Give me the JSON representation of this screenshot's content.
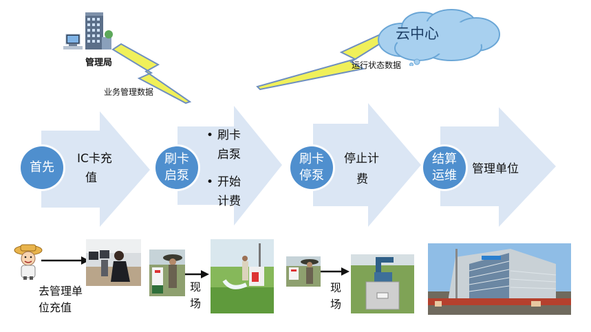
{
  "top": {
    "admin_label": "管理局",
    "business_data_label": "业务管理数据",
    "cloud_label": "云中心",
    "run_status_label": "运行状态数据"
  },
  "steps": [
    {
      "circle": [
        "首先"
      ],
      "text": [
        "IC卡充",
        "值"
      ]
    },
    {
      "circle": [
        "刷卡",
        "启泵"
      ],
      "bullets": [
        [
          "刷卡",
          "启泵"
        ],
        [
          "开始",
          "计费"
        ]
      ]
    },
    {
      "circle": [
        "刷卡",
        "停泵"
      ],
      "text": [
        "停止计",
        "费"
      ]
    },
    {
      "circle": [
        "结算",
        "运维"
      ],
      "text": [
        "管理单位"
      ]
    }
  ],
  "bottom": {
    "go_admin_label": [
      "去管理单",
      "位充值"
    ],
    "site_label_1": [
      "现",
      "场"
    ],
    "site_label_2": [
      "现",
      "场"
    ]
  },
  "icons": {
    "building": "office-building-with-computer",
    "lightning": "lightning-bolt",
    "cloud": "cloud",
    "person": "farmer-cartoon"
  },
  "colors": {
    "arrow": "#dbe6f4",
    "circle": "#4f8fce",
    "cloud_fill": "#a8d0ef",
    "bolt": "#f0f05a"
  }
}
